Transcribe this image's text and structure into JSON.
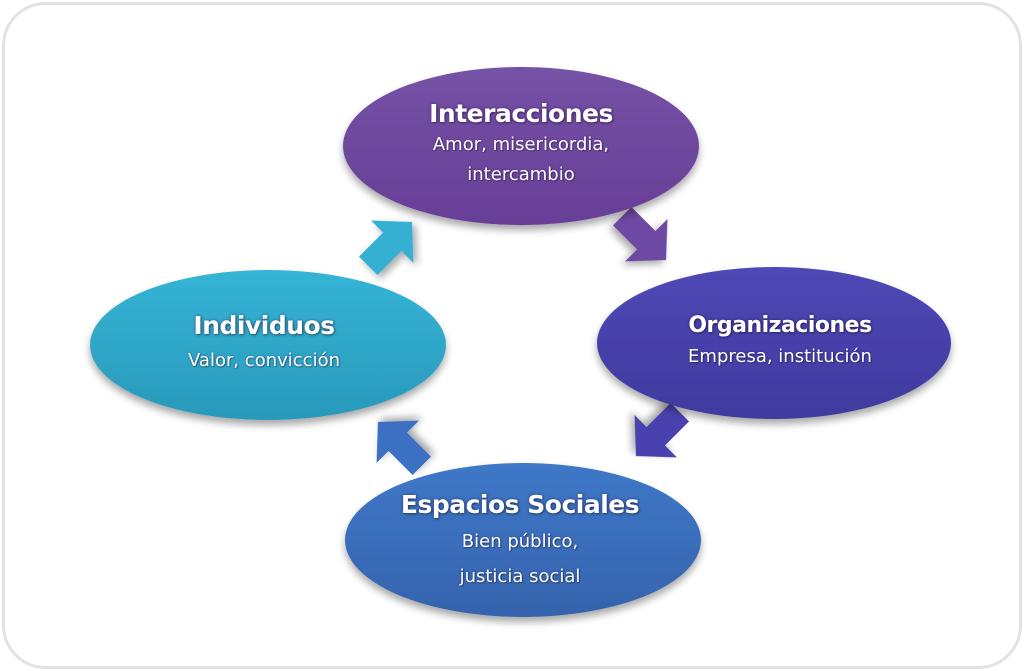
{
  "diagram": {
    "type": "cycle",
    "nodes": [
      {
        "id": "interacciones",
        "title": "Interacciones",
        "subtitle_lines": [
          "Amor, misericordia,",
          "intercambio"
        ],
        "color": "#7652a6",
        "color_dark": "#673e97"
      },
      {
        "id": "organizaciones",
        "title": "Organizaciones",
        "subtitle_lines": [
          "Empresa, institución"
        ],
        "color": "#4f48b6",
        "color_dark": "#3f3a9e"
      },
      {
        "id": "espacios-sociales",
        "title": "Espacios Sociales",
        "subtitle_lines": [
          "Bien público,",
          "justicia social"
        ],
        "color": "#3f78c8",
        "color_dark": "#3563ad"
      },
      {
        "id": "individuos",
        "title": "Individuos",
        "subtitle_lines": [
          "Valor, convicción"
        ],
        "color": "#34b4d6",
        "color_dark": "#2a99bb"
      }
    ],
    "edges": [
      {
        "from": "individuos",
        "to": "interacciones",
        "color": "#35b0d3"
      },
      {
        "from": "interacciones",
        "to": "organizaciones",
        "color": "#6d4aa3"
      },
      {
        "from": "organizaciones",
        "to": "espacios-sociales",
        "color": "#4a43ae"
      },
      {
        "from": "espacios-sociales",
        "to": "individuos",
        "color": "#3b6fc2"
      }
    ],
    "frame_color": "#e2e2e2"
  }
}
